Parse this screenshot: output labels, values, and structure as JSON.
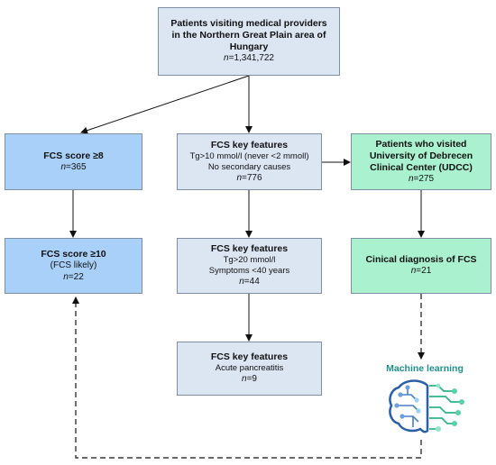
{
  "colors": {
    "light_blue": "#dce6f3",
    "blue": "#a8d0f8",
    "green": "#a9f1cf",
    "border": "#7f8ea3",
    "ml_label": "#1f8f8a"
  },
  "boxes": {
    "patients": {
      "title": "Patients visiting medical providers in the Northern Great Plain area of Hungary",
      "n_prefix": "n",
      "n_value": "=1,341,722"
    },
    "fcs8": {
      "title": "FCS score ≥8",
      "n_prefix": "n",
      "n_value": "=365"
    },
    "fcs10": {
      "title": "FCS score ≥10",
      "sub": "(FCS likely)",
      "n_prefix": "n",
      "n_value": "=22"
    },
    "key1": {
      "title": "FCS key features",
      "line1": "Tg>10 mmol/l (never <2 mmoll)",
      "line2": "No secondary causes",
      "n_prefix": "n",
      "n_value": "=776"
    },
    "key2": {
      "title": "FCS key features",
      "line1": "Tg>20 mmol/l",
      "line2": "Symptoms <40 years",
      "n_prefix": "n",
      "n_value": "=44"
    },
    "key3": {
      "title": "FCS key features",
      "line1": "Acute pancreatitis",
      "n_prefix": "n",
      "n_value": "=9"
    },
    "udcc": {
      "title": "Patients who visited University of Debrecen Clinical Center (UDCC)",
      "n_prefix": "n",
      "n_value": "=275"
    },
    "clinical": {
      "title": "Cinical diagnosis of FCS",
      "n_prefix": "n",
      "n_value": "=21"
    }
  },
  "machine_learning": {
    "label": "Machine learning",
    "icon": "brain-circuit-icon"
  }
}
